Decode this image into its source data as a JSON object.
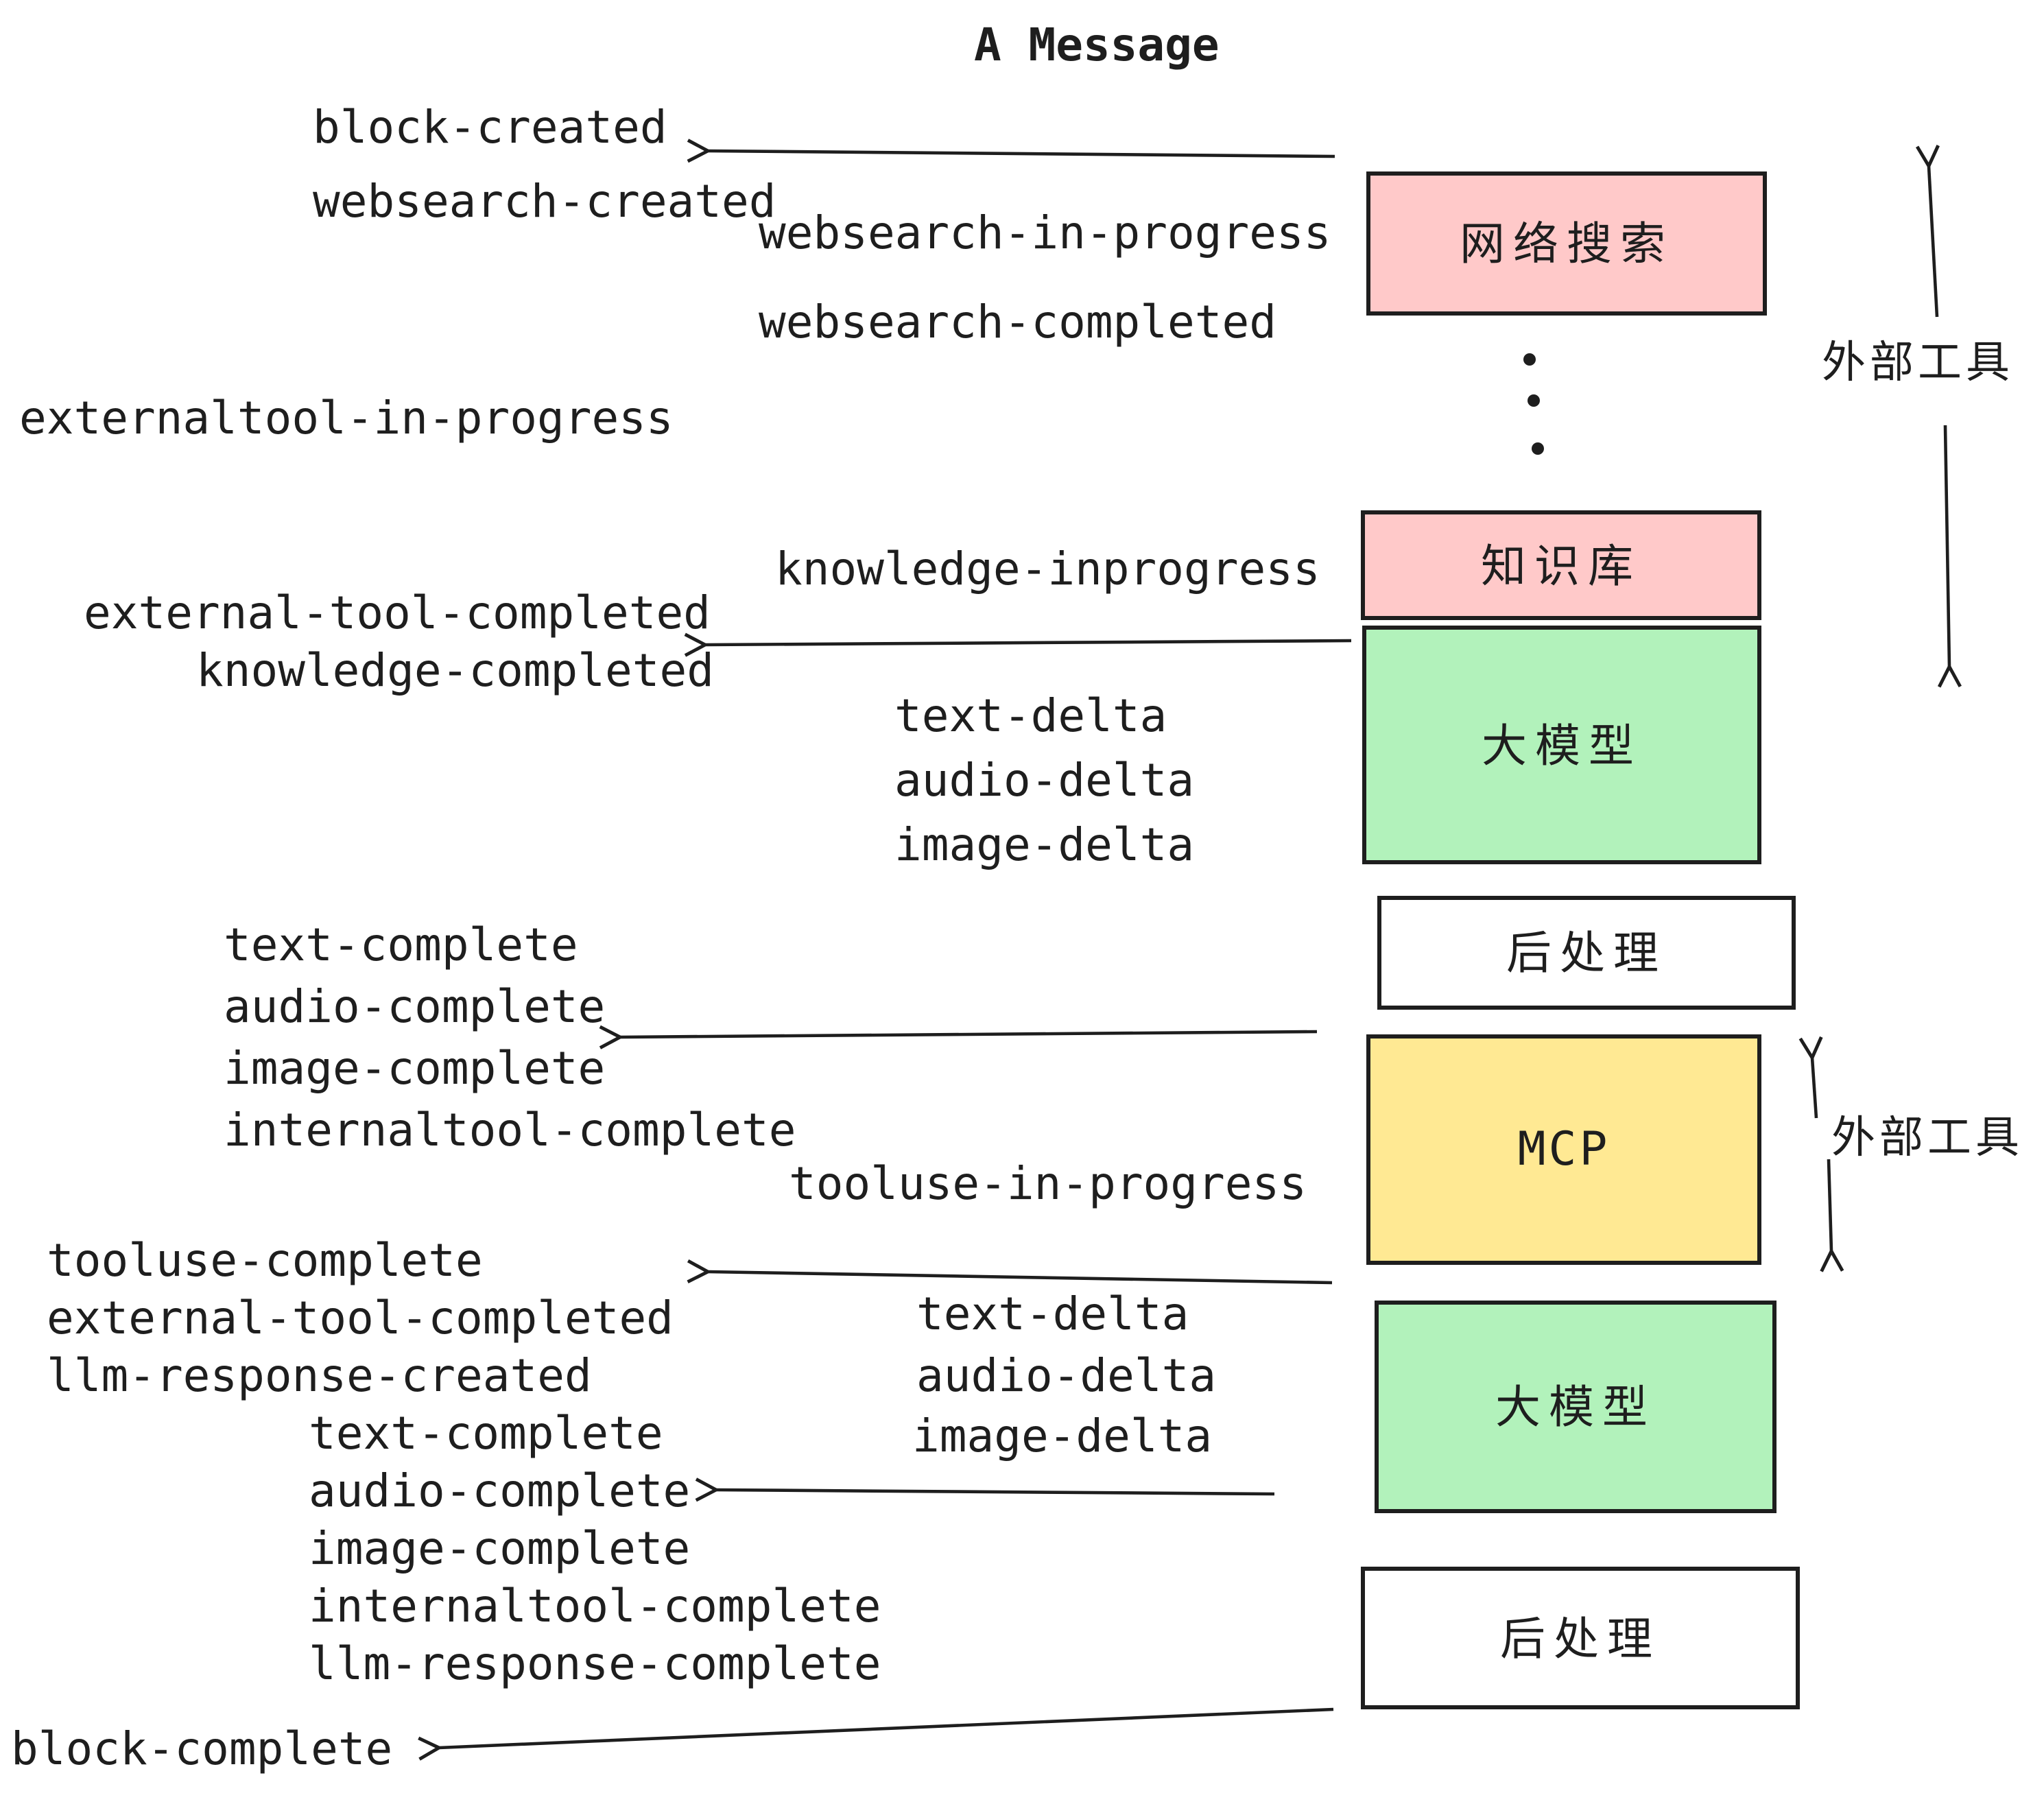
{
  "title": "A Message",
  "colors": {
    "ink": "#1e1e1e",
    "box_pink": "#ffc9c9",
    "box_green": "#b2f2bb",
    "box_yellow": "#ffe993",
    "box_white": "#ffffff",
    "background": "#ffffff"
  },
  "boxes": [
    {
      "label": "网络搜索",
      "fill": "#ffc9c9"
    },
    {
      "label": "知识库",
      "fill": "#ffc9c9"
    },
    {
      "label": "大模型",
      "fill": "#b2f2bb"
    },
    {
      "label": "后处理",
      "fill": "#ffffff"
    },
    {
      "label": "MCP",
      "fill": "#ffe993"
    },
    {
      "label": "大模型",
      "fill": "#b2f2bb"
    },
    {
      "label": "后处理",
      "fill": "#ffffff"
    }
  ],
  "side_labels": {
    "external_tools_top": "外部工具",
    "external_tools_mcp": "外部工具"
  },
  "icons": [
    "left-arrow-icon",
    "up-arrow-icon",
    "down-arrow-icon",
    "vertical-ellipsis-dots"
  ],
  "events": [
    "block-created",
    "websearch-created",
    "websearch-in-progress",
    "websearch-completed",
    "externaltool-in-progress",
    "knowledge-inprogress",
    "external-tool-completed",
    "knowledge-completed",
    "text-delta",
    "audio-delta",
    "image-delta",
    "text-complete",
    "audio-complete",
    "image-complete",
    "internaltool-complete",
    "tooluse-in-progress",
    "tooluse-complete",
    "external-tool-completed",
    "llm-response-created",
    "text-complete",
    "audio-complete",
    "image-complete",
    "internaltool-complete",
    "llm-response-complete",
    "text-delta",
    "audio-delta",
    "image-delta",
    "block-complete"
  ]
}
